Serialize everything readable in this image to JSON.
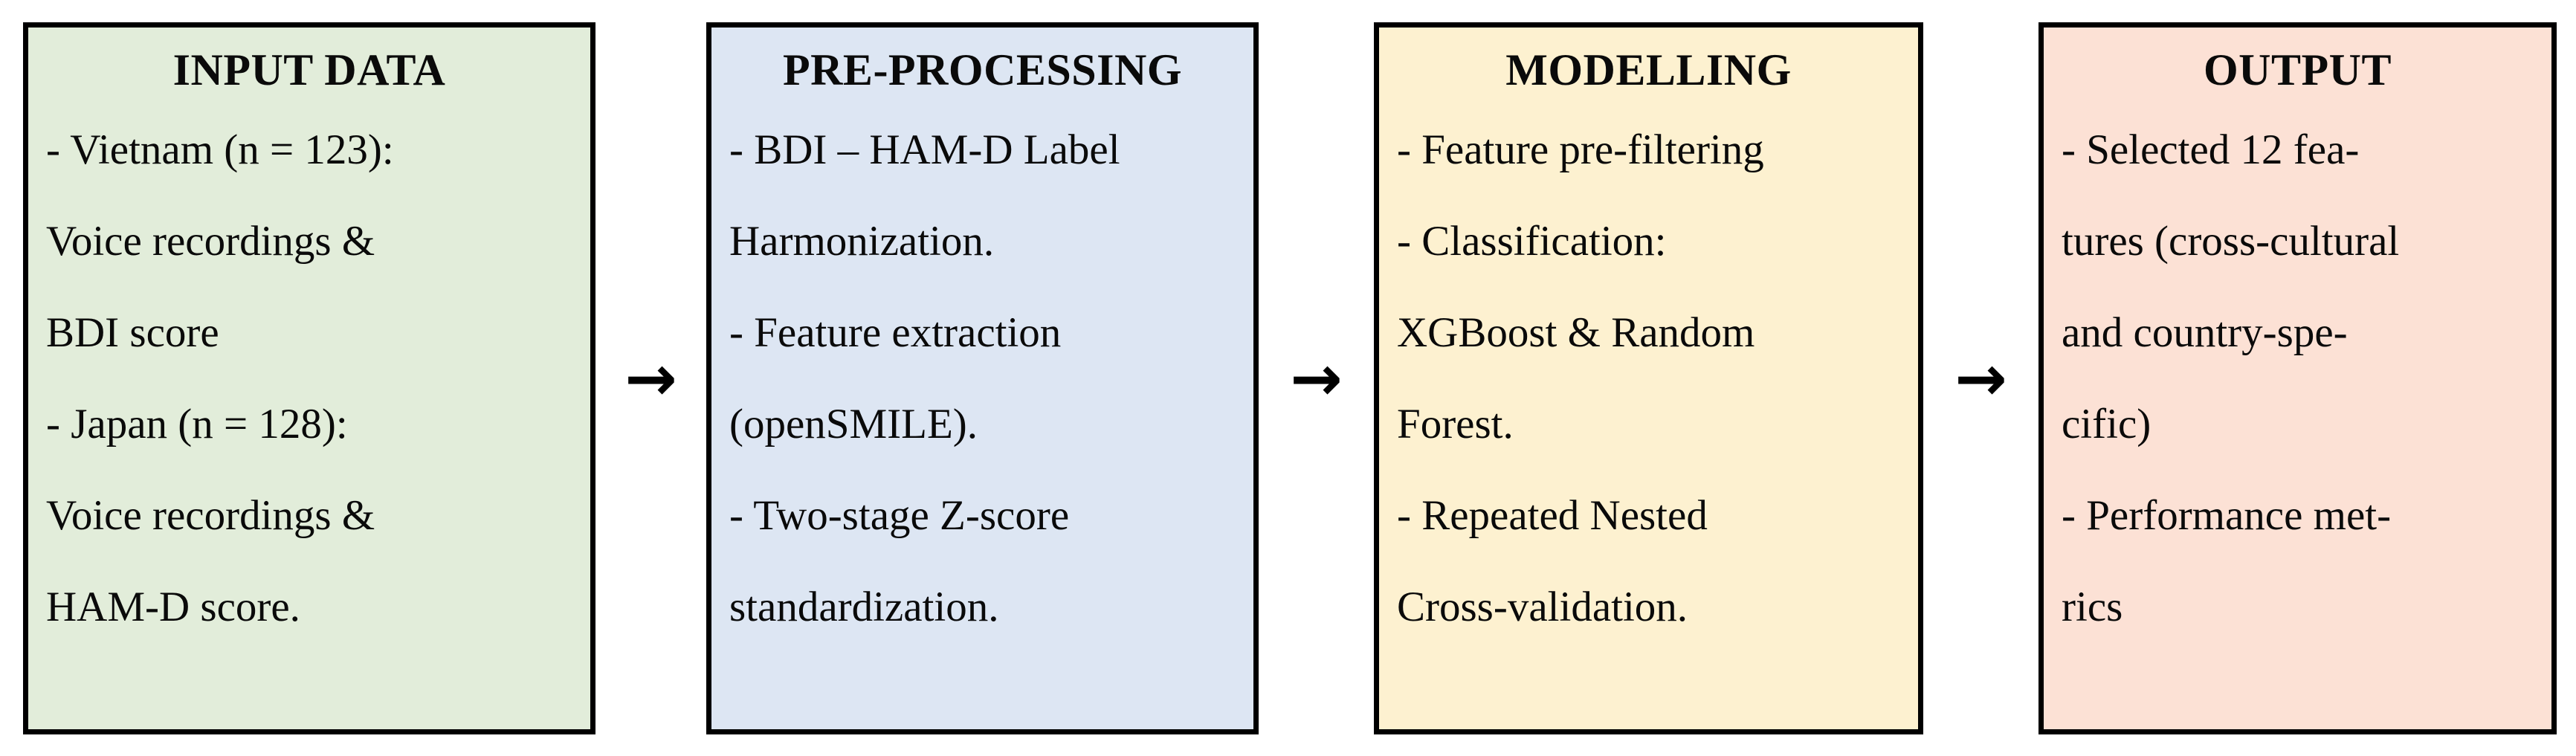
{
  "diagram": {
    "type": "horizontal-pipeline-flowchart",
    "arrow_glyph": "→",
    "arrow_name": "right-arrow-icon",
    "stages": [
      {
        "id": "input-data",
        "title": "INPUT DATA",
        "fill_color": "#E2EDDA",
        "border_color": "#000000",
        "lines": [
          "- Vietnam (n = 123):",
          "Voice recordings &",
          "BDI score",
          "- Japan (n = 128):",
          "Voice recordings &",
          "HAM-D score."
        ]
      },
      {
        "id": "pre-processing",
        "title": "PRE-PROCESSING",
        "fill_color": "#DDE6F3",
        "border_color": "#000000",
        "lines": [
          "- BDI – HAM-D Label",
          "Harmonization.",
          "- Feature extraction",
          "(openSMILE).",
          "- Two-stage Z-score",
          "standardization."
        ]
      },
      {
        "id": "modelling",
        "title": "MODELLING",
        "fill_color": "#FDF1D0",
        "border_color": "#000000",
        "lines": [
          "- Feature pre-filtering",
          "- Classification:",
          "XGBoost & Random",
          "Forest.",
          "- Repeated Nested",
          "Cross-validation."
        ]
      },
      {
        "id": "output",
        "title": "OUTPUT",
        "fill_color": "#FCE1D5",
        "border_color": "#000000",
        "lines": [
          "- Selected 12 fea-",
          "tures (cross-cultural",
          "and country-spe-",
          "cific)",
          "- Performance met-",
          "rics"
        ]
      }
    ],
    "arrows": [
      {
        "id": "arrow-input-to-preprocessing",
        "glyph": "→"
      },
      {
        "id": "arrow-preprocessing-to-modelling",
        "glyph": "→"
      },
      {
        "id": "arrow-modelling-to-output",
        "glyph": "→"
      }
    ]
  }
}
